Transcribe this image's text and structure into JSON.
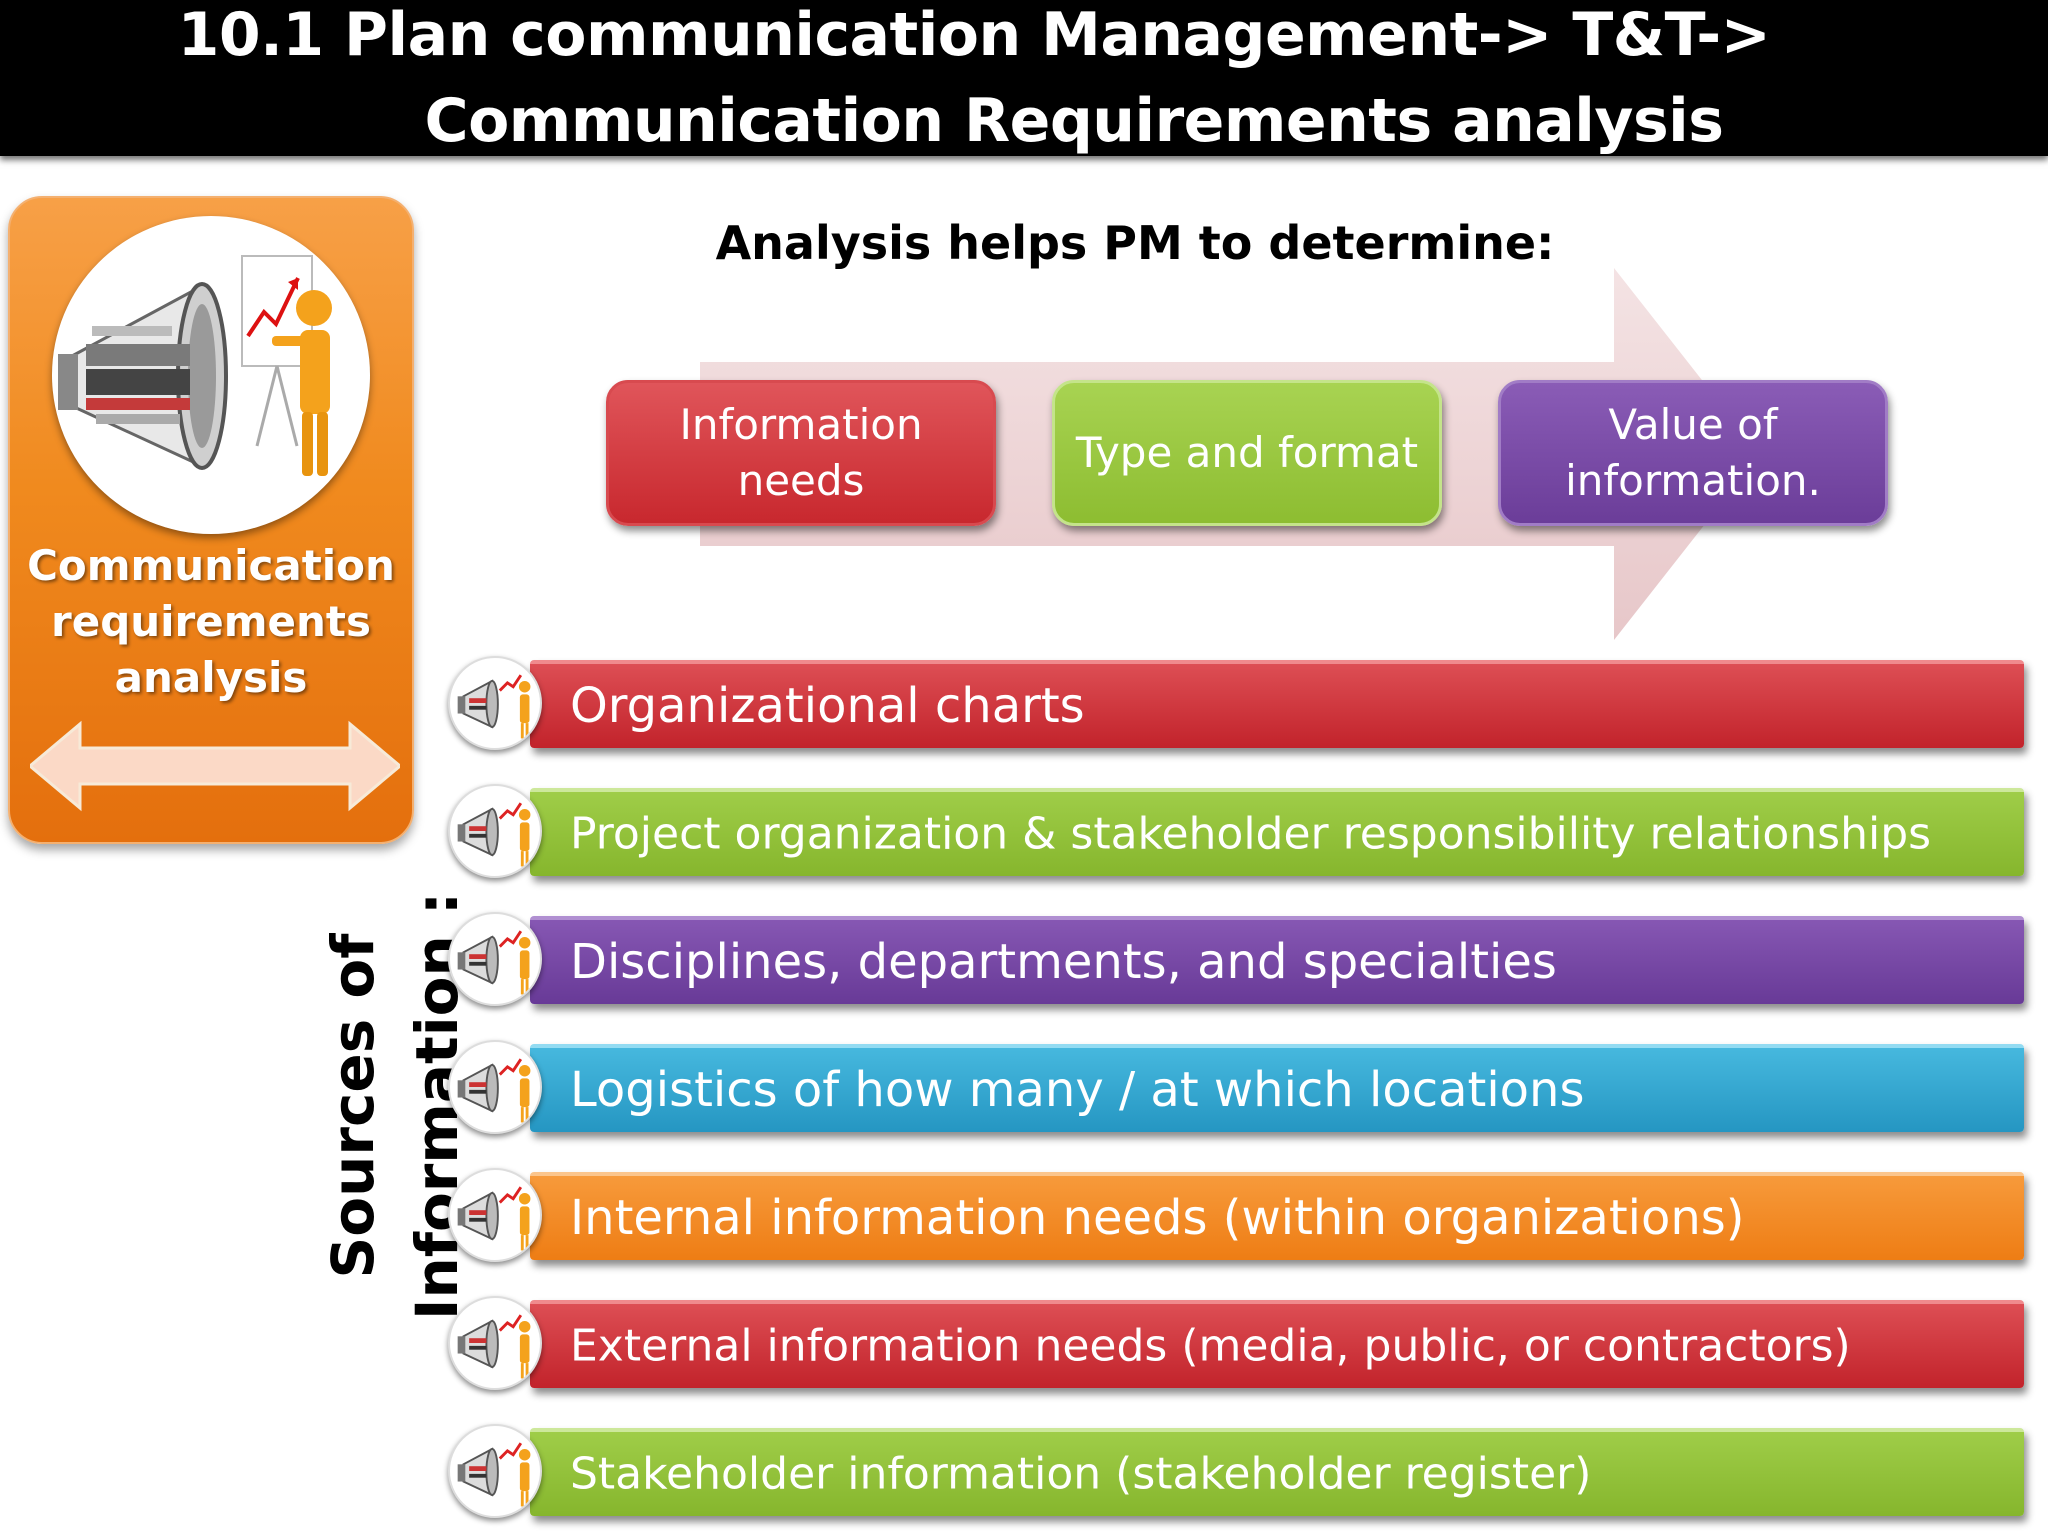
{
  "header": {
    "title_line1": "10.1 Plan communication Management-> T&T->",
    "title_line2": "Communication Requirements analysis"
  },
  "panel": {
    "image_icon": "megaphone-communicate-presenter-icon",
    "label": "Communication requirements analysis",
    "arrow_icon": "double-headed-arrow-icon"
  },
  "analysis": {
    "heading": "Analysis helps PM to determine:",
    "items": [
      {
        "label": "Information needs",
        "color": "#c8282e"
      },
      {
        "label": "Type and format",
        "color": "#8dbd31"
      },
      {
        "label": "Value of information.",
        "color": "#6b3d99"
      }
    ]
  },
  "sources": {
    "label": "Sources of Information :",
    "items": [
      {
        "label": "Organizational charts",
        "color": "#c2232b"
      },
      {
        "label": "Project organization & stakeholder responsibility relationships",
        "color": "#86b62d"
      },
      {
        "label": "Disciplines, departments, and specialties",
        "color": "#683a97"
      },
      {
        "label": "Logistics of how many / at which locations",
        "color": "#2596c2"
      },
      {
        "label": "Internal information needs (within organizations)",
        "color": "#ee7d14"
      },
      {
        "label": "External information needs (media, public, or contractors)",
        "color": "#c2232b"
      },
      {
        "label": "Stakeholder information (stakeholder register)",
        "color": "#86b62d"
      }
    ]
  }
}
